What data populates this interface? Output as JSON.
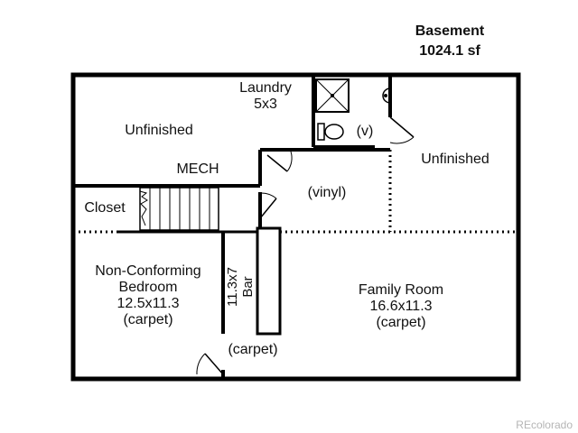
{
  "header": {
    "title": "Basement",
    "area": "1024.1 sf"
  },
  "rooms": {
    "laundry_name": "Laundry",
    "laundry_size": "5x3",
    "unfinished_left": "Unfinished",
    "unfinished_right": "Unfinished",
    "mech": "MECH",
    "closet": "Closet",
    "bath_floor": "(v)",
    "hall_floor": "(vinyl)",
    "bedroom_line1": "Non-Conforming",
    "bedroom_line2": "Bedroom",
    "bedroom_size": "12.5x11.3",
    "bedroom_floor": "(carpet)",
    "bar_size": "11.3x7",
    "bar_name": "Bar",
    "bar_floor": "(carpet)",
    "family_name": "Family Room",
    "family_size": "16.6x11.3",
    "family_floor": "(carpet)"
  },
  "watermark": "REcolorado",
  "colors": {
    "wall": "#000000",
    "watermark": "#b5b5b5"
  }
}
